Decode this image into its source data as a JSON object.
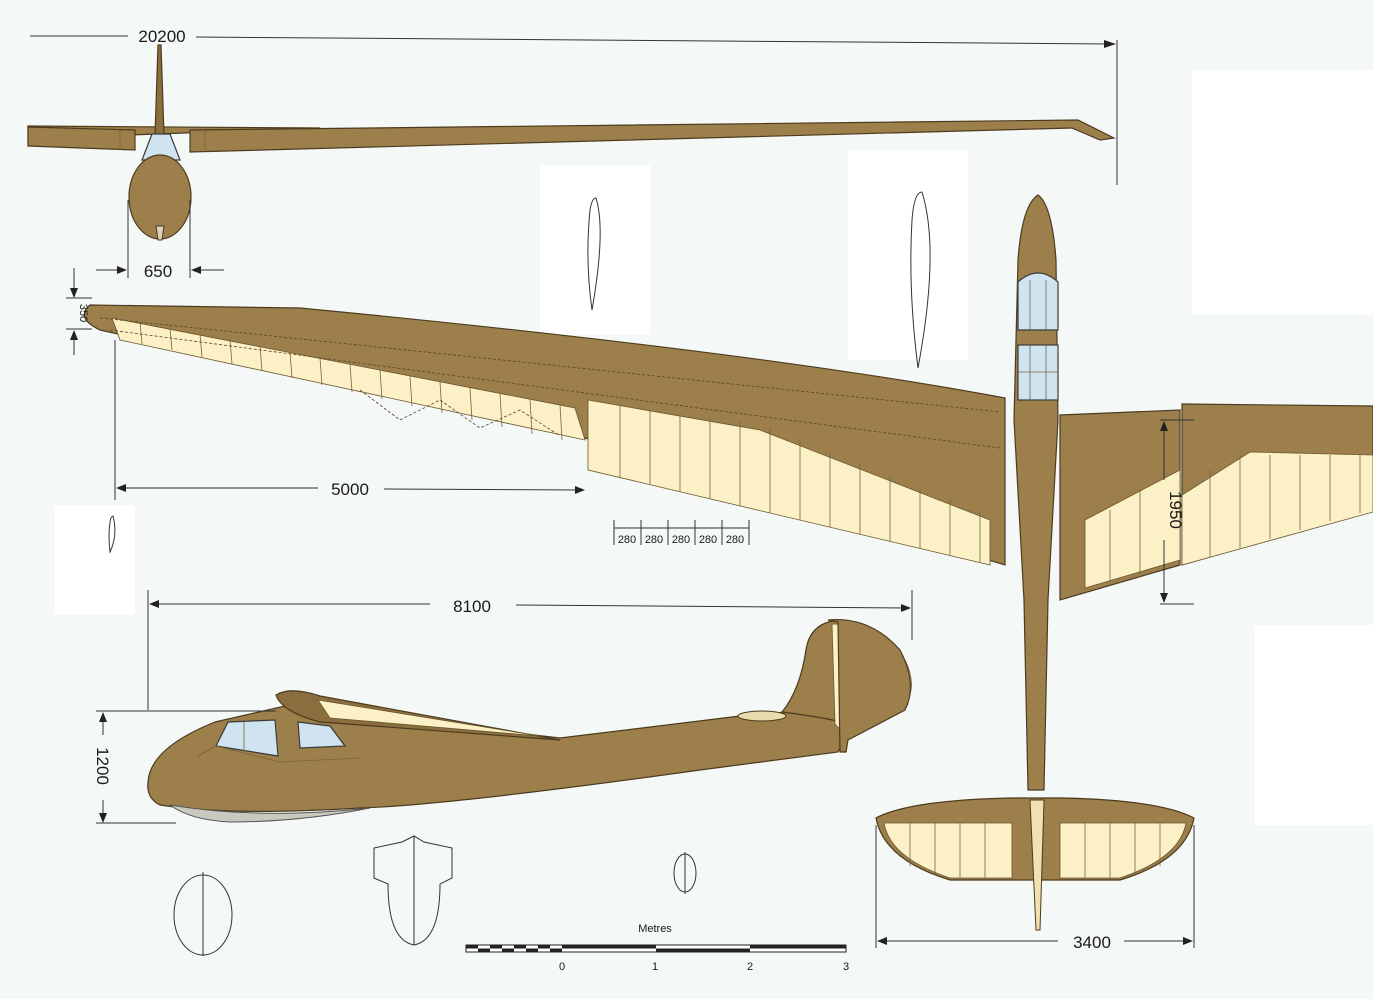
{
  "dimensions": {
    "span": "20200",
    "fuselage_width": "650",
    "root_depth": "350",
    "half_span_segment": "5000",
    "rib_spacing": [
      "280",
      "280",
      "280",
      "280",
      "280"
    ],
    "wing_root_chord": "1950",
    "length": "8100",
    "height": "1200",
    "tailplane_span": "3400"
  },
  "scale_bar": {
    "unit": "Metres",
    "ticks": [
      "0",
      "1",
      "2",
      "3"
    ]
  },
  "colors": {
    "skin": "#9c7f4a",
    "fabric": "#fbf0c6",
    "glass": "#cfe3f0",
    "background": "#f4f8f6"
  }
}
